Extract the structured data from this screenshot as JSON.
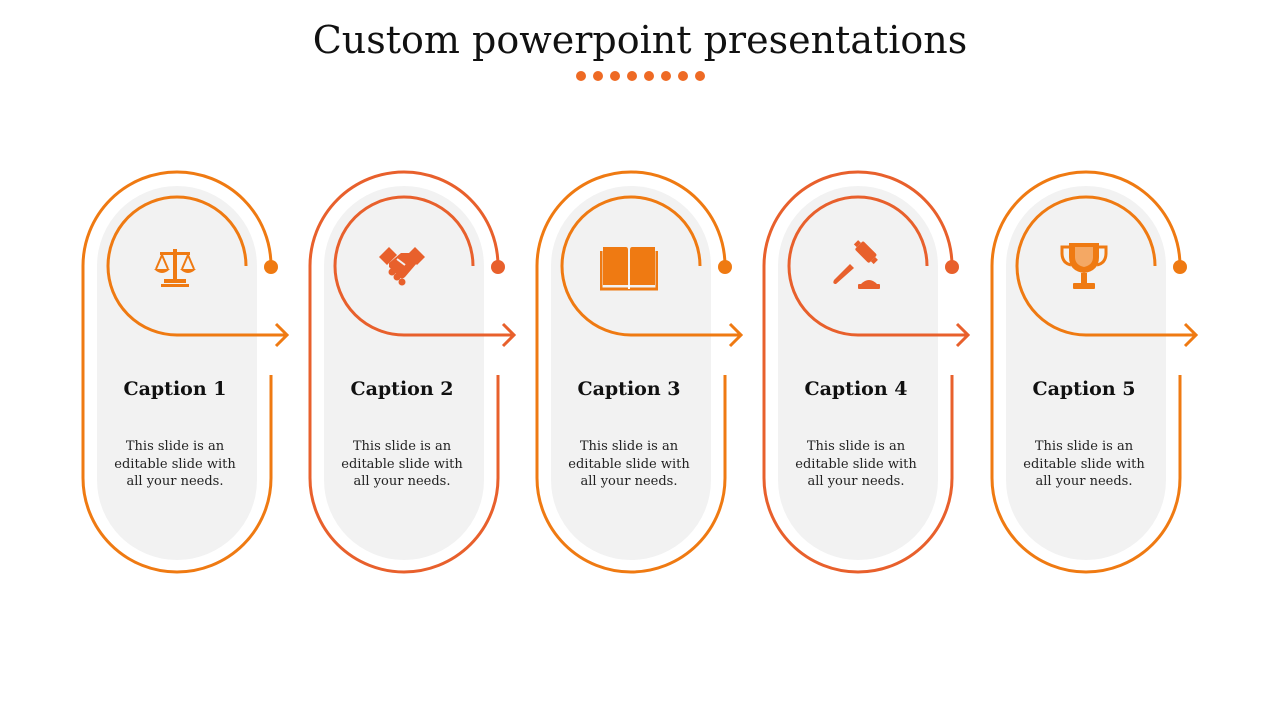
{
  "title": "Custom powerpoint presentations",
  "colors": {
    "accent_a": "#ef7a12",
    "accent_b": "#e8602c",
    "panel": "#f2f2f2"
  },
  "steps": [
    {
      "caption": "Caption 1",
      "text": "This slide is an editable slide with all your needs.",
      "icon": "scales-of-justice-icon"
    },
    {
      "caption": "Caption 2",
      "text": "This slide is an editable slide with all your needs.",
      "icon": "handshake-icon"
    },
    {
      "caption": "Caption 3",
      "text": "This slide is an editable slide with all your needs.",
      "icon": "open-book-icon"
    },
    {
      "caption": "Caption 4",
      "text": "This slide is an editable slide with all your needs.",
      "icon": "gavel-icon"
    },
    {
      "caption": "Caption 5",
      "text": "This slide is an editable slide with all your needs.",
      "icon": "trophy-icon"
    }
  ]
}
